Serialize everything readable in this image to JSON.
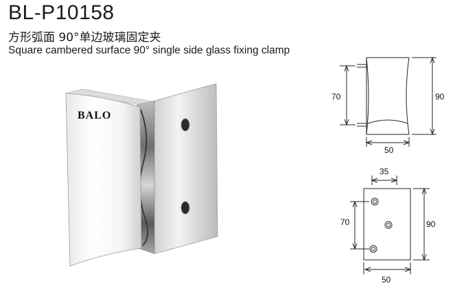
{
  "header": {
    "model": "BL-P10158",
    "title_cn": "方形弧面 90°单边玻璃固定夹",
    "title_en": "Square cambered surface 90° single side glass fixing clamp"
  },
  "product": {
    "brand": "BALO"
  },
  "side_view": {
    "height_inner": "70",
    "height_outer": "90",
    "width": "50"
  },
  "back_view": {
    "hole_spacing_h": "35",
    "height_inner": "70",
    "height_outer": "90",
    "width": "50"
  }
}
